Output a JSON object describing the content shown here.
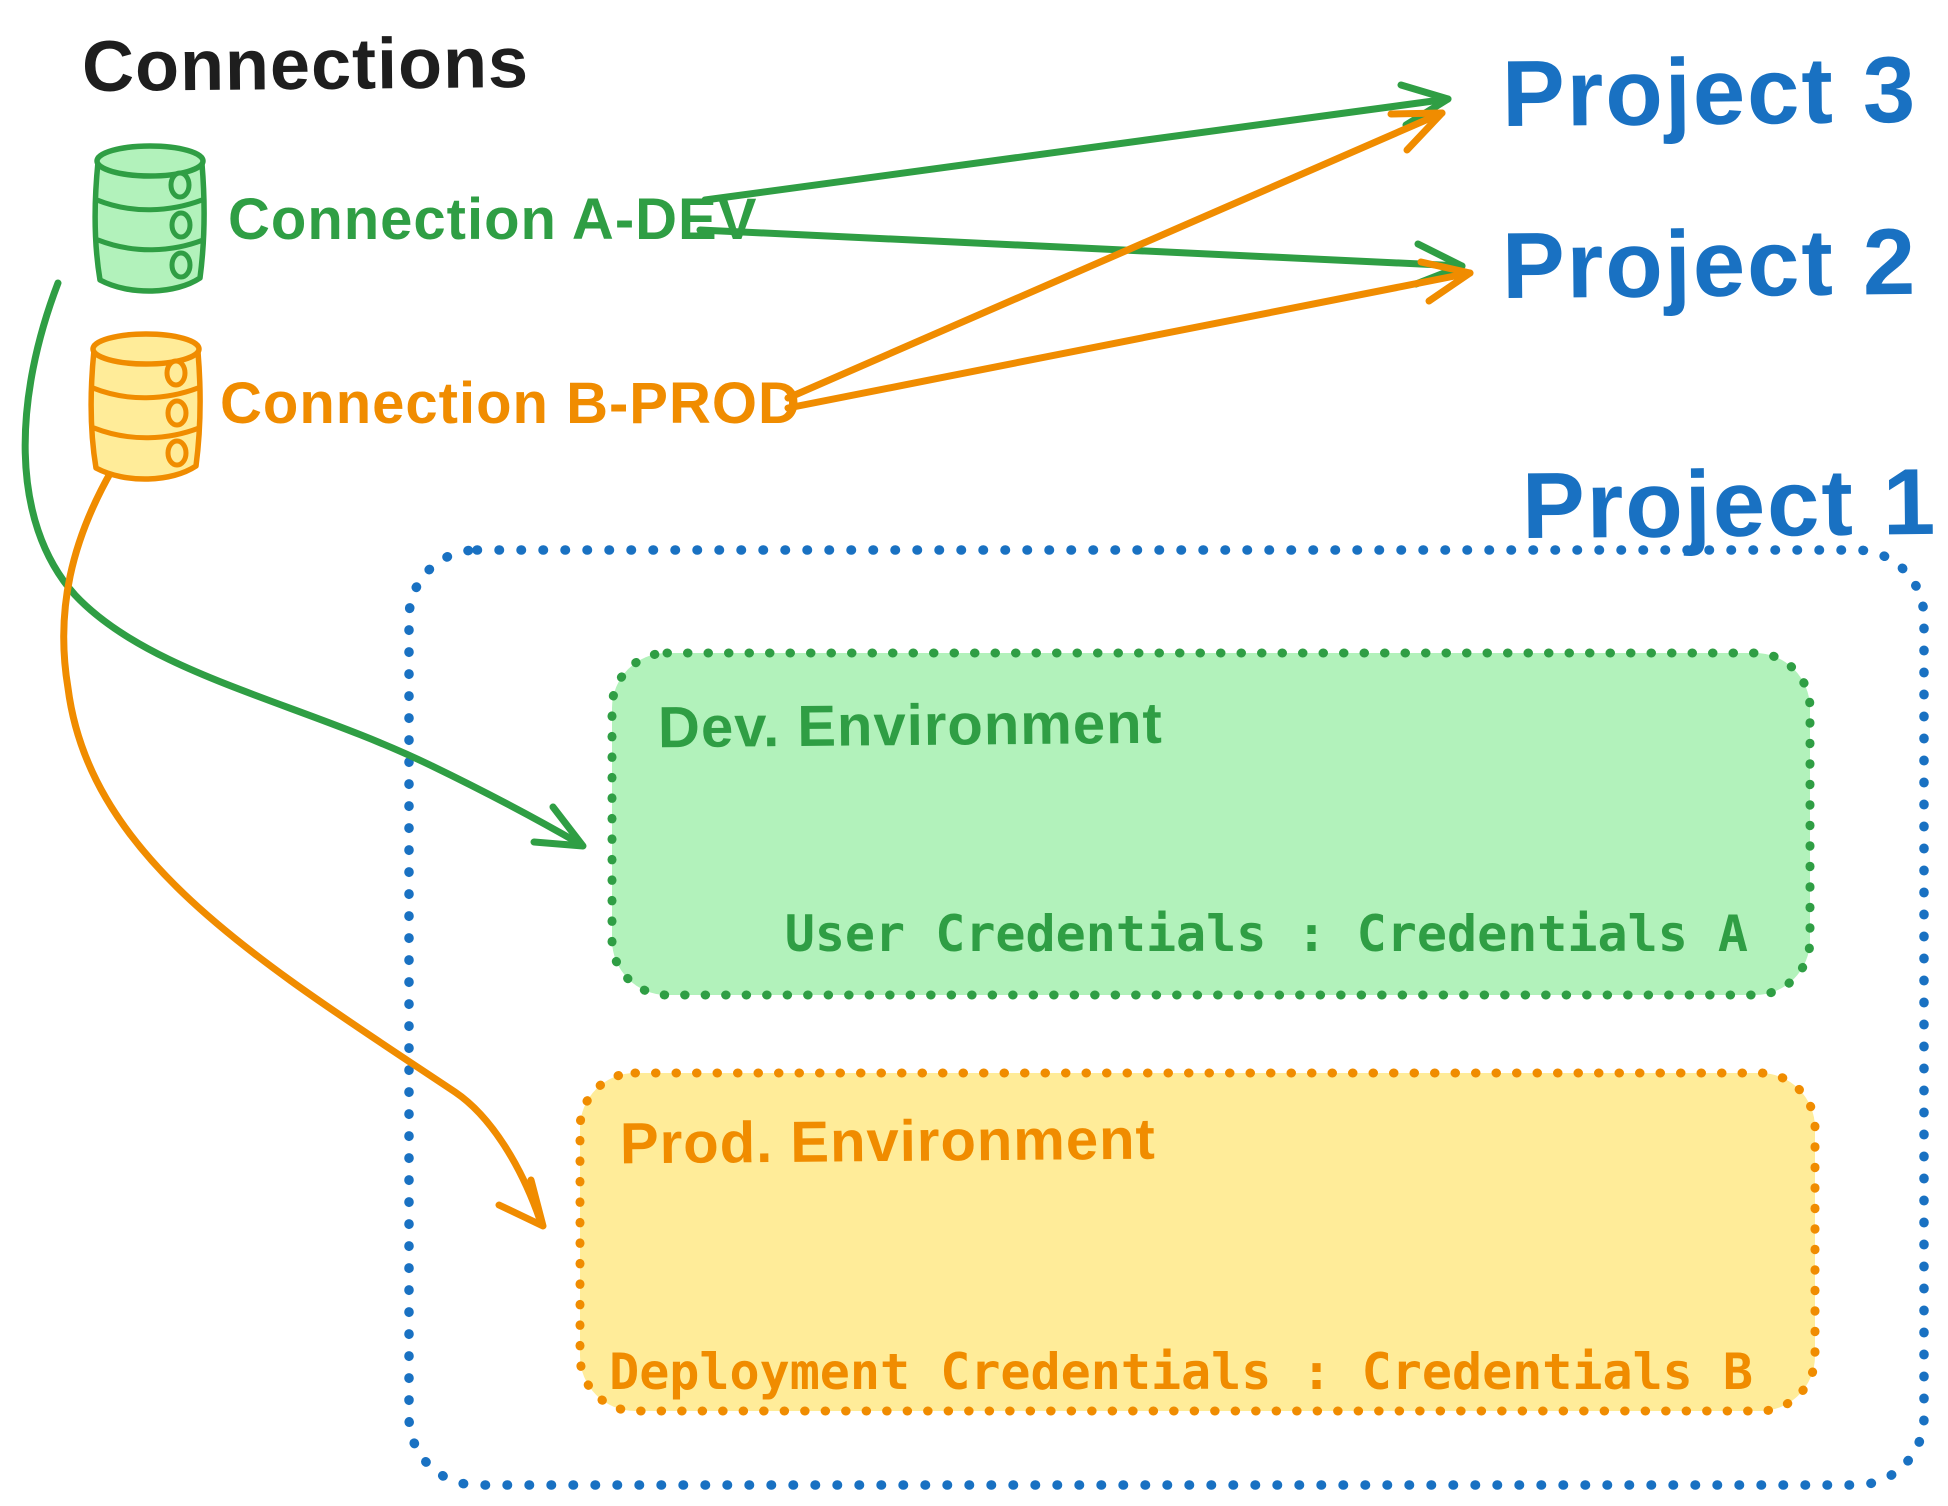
{
  "heading": {
    "title": "Connections"
  },
  "colors": {
    "green": "#2f9e44",
    "green_fill": "#b2f2bb",
    "orange": "#f08c00",
    "orange_fill": "#ffec99",
    "blue": "#1971c2",
    "ink": "#1e1e1e"
  },
  "connections": [
    {
      "label": "Connection A-DEV",
      "icon": "database-icon",
      "color": "#2f9e44"
    },
    {
      "label": "Connection B-PROD",
      "icon": "database-icon",
      "color": "#f08c00"
    }
  ],
  "projects": [
    {
      "label": "Project 3"
    },
    {
      "label": "Project 2"
    },
    {
      "label": "Project 1"
    }
  ],
  "project1": {
    "dev_environment": {
      "title": "Dev. Environment",
      "credentials": "User Credentials : Credentials A"
    },
    "prod_environment": {
      "title": "Prod. Environment",
      "credentials": "Deployment Credentials : Credentials B"
    }
  },
  "links": [
    {
      "from": "Connection A-DEV",
      "to": "Project 3"
    },
    {
      "from": "Connection A-DEV",
      "to": "Project 2"
    },
    {
      "from": "Connection B-PROD",
      "to": "Project 3"
    },
    {
      "from": "Connection B-PROD",
      "to": "Project 2"
    },
    {
      "from": "Connection A-DEV",
      "to": "Project 1 Dev. Environment"
    },
    {
      "from": "Connection B-PROD",
      "to": "Project 1 Prod. Environment"
    }
  ]
}
